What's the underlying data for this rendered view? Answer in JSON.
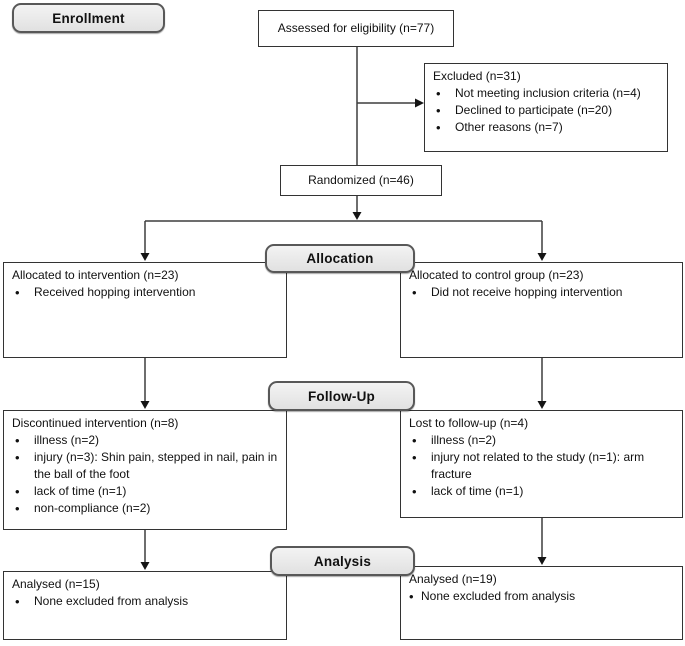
{
  "stages": {
    "enrollment": "Enrollment",
    "allocation": "Allocation",
    "followup": "Follow-Up",
    "analysis": "Analysis"
  },
  "boxes": {
    "assessed": {
      "title": "Assessed for eligibility (n=77)"
    },
    "excluded": {
      "title": "Excluded (n=31)",
      "bullets": [
        "Not meeting inclusion criteria (n=4)",
        "Declined to participate (n=20)",
        "Other reasons (n=7)"
      ]
    },
    "randomized": {
      "title": "Randomized (n=46)"
    },
    "alloc_left": {
      "title": "Allocated to intervention (n=23)",
      "bullets": [
        "Received hopping intervention"
      ]
    },
    "alloc_right": {
      "title": "Allocated to control group (n=23)",
      "bullets": [
        "Did not receive hopping intervention"
      ]
    },
    "fu_left": {
      "title": "Discontinued intervention (n=8)",
      "bullets": [
        "illness (n=2)",
        "injury (n=3): Shin pain, stepped in nail, pain in the ball of the foot",
        "lack of time (n=1)",
        "non-compliance (n=2)"
      ]
    },
    "fu_right": {
      "title": "Lost to follow-up (n=4)",
      "bullets": [
        "illness (n=2)",
        "injury not related to the study (n=1): arm fracture",
        "lack of time (n=1)"
      ]
    },
    "an_left": {
      "title": "Analysed (n=15)",
      "bullets": [
        "None excluded from analysis"
      ]
    },
    "an_right": {
      "title": "Analysed (n=19)",
      "bullets": [
        "None excluded from analysis"
      ]
    }
  },
  "colors": {
    "line": "#3d3d3d",
    "arrow": "#141414",
    "box_border": "#333333",
    "stage_fill": "#e9e9e9",
    "stage_border": "#585858"
  }
}
